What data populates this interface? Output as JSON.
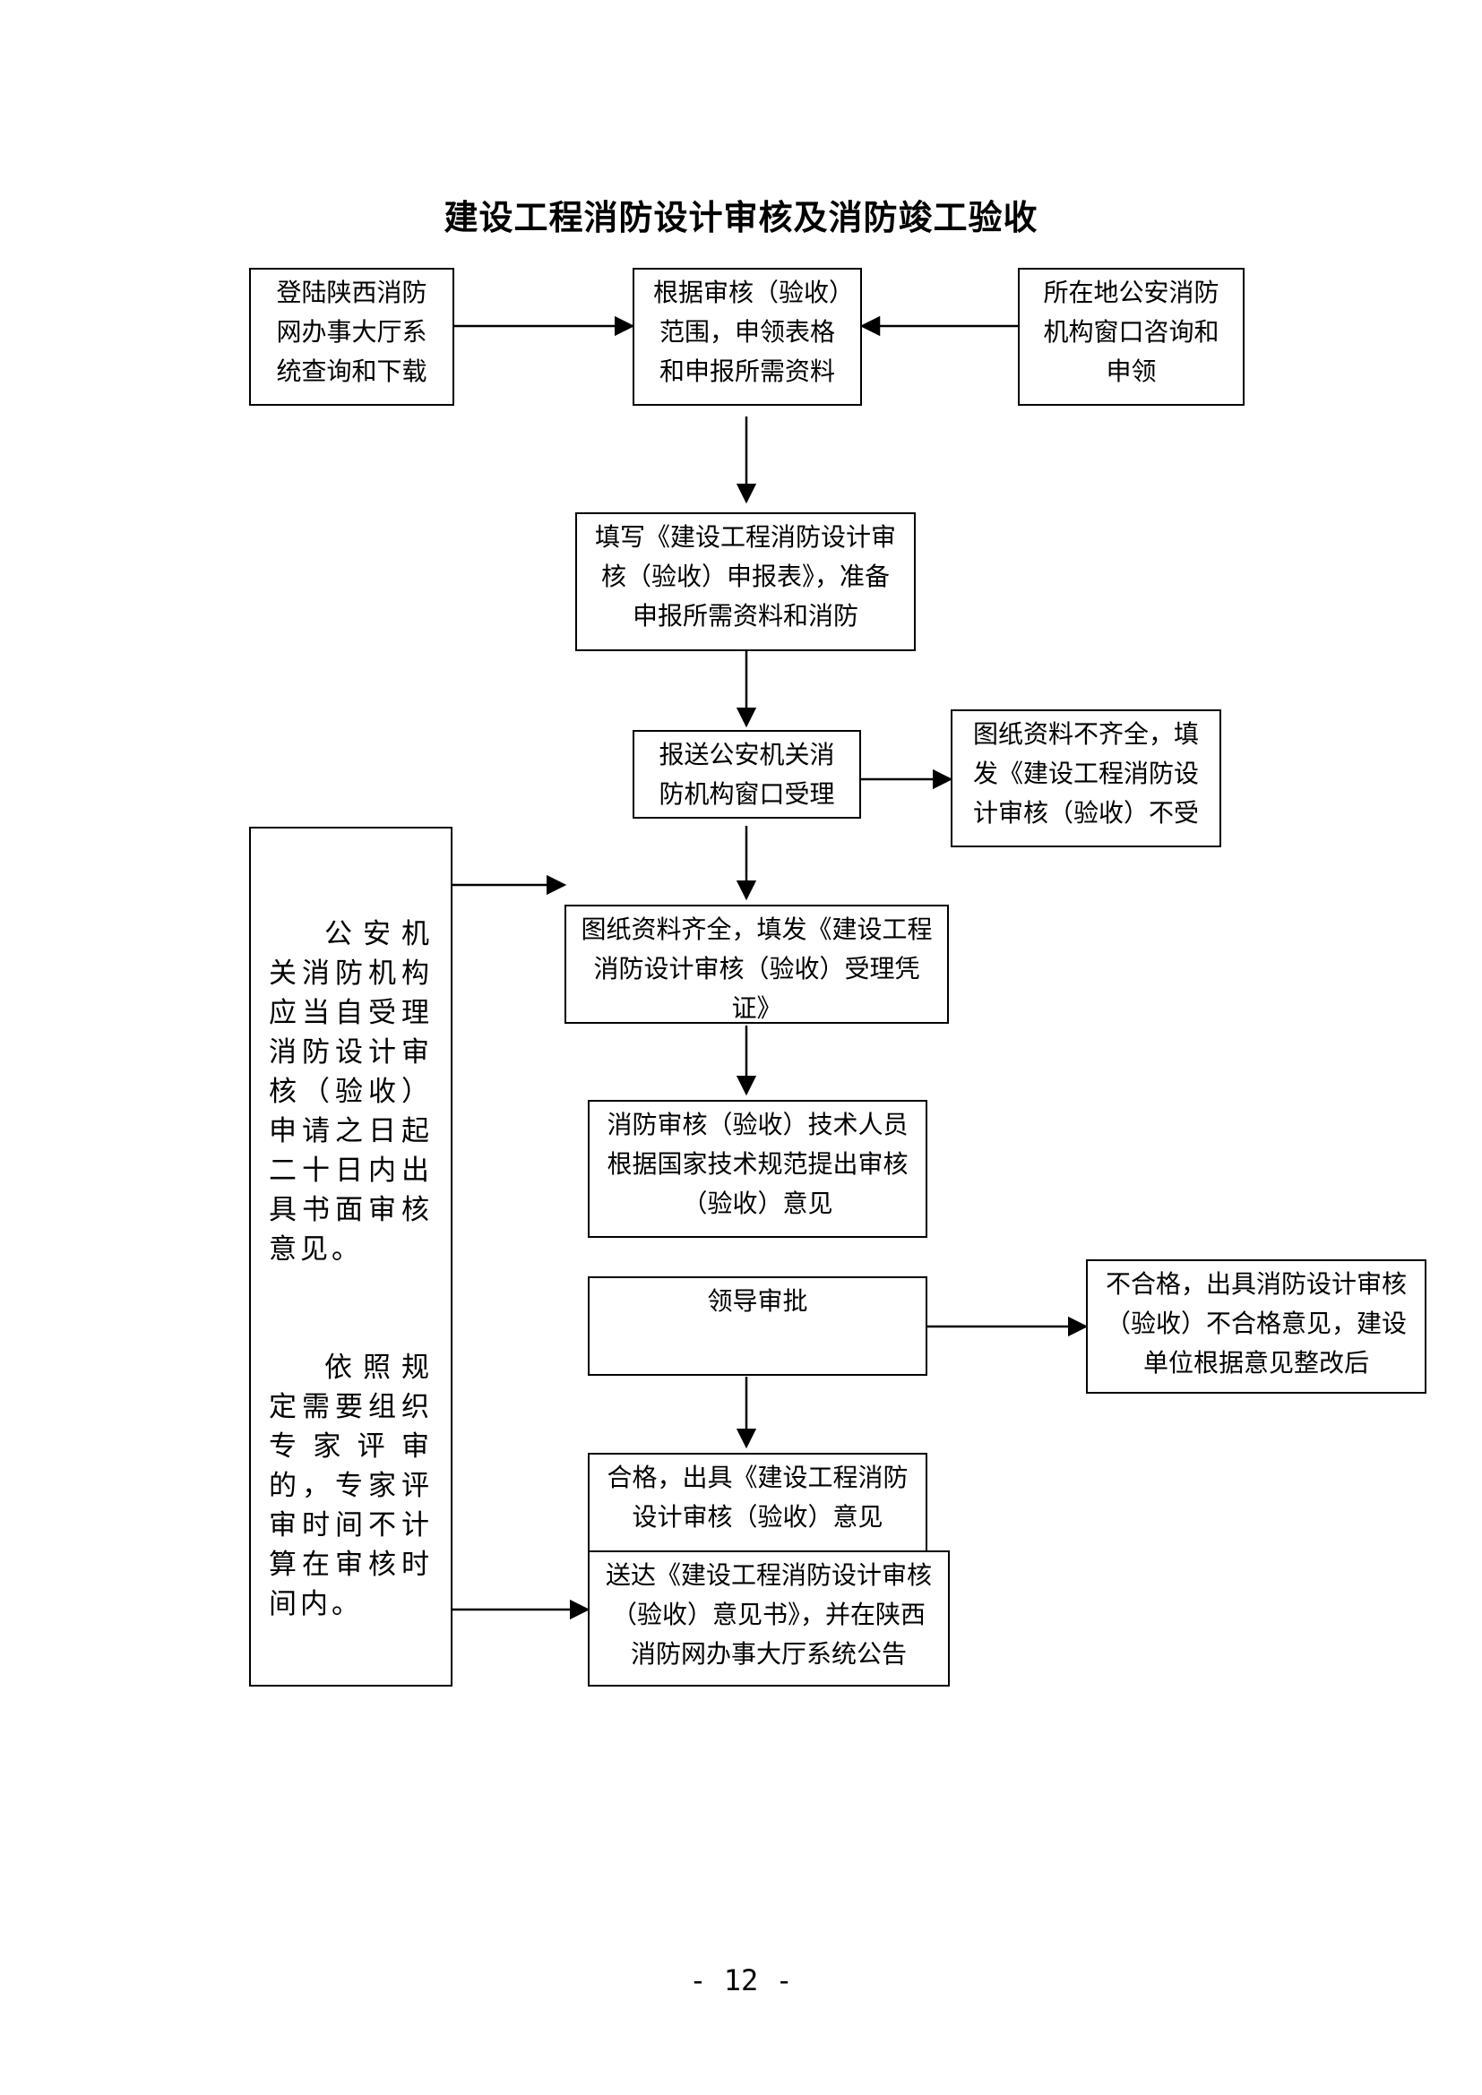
{
  "title": "建设工程消防设计审核及消防竣工验收",
  "page_number": "- 12 -",
  "nodes": {
    "online_portal": "登陆陕西消防网办事大厅系统查询和下载",
    "scope_forms": "根据审核（验收）范围，申领表格和申报所需资料",
    "local_window": "所在地公安消防机构窗口咨询和申领",
    "fill_form": "填写《建设工程消防设计审核（验收）申报表》，准备申报所需资料和消防",
    "submit_window": "报送公安机关消防机构窗口受理",
    "incomplete": "图纸资料不齐全，填发《建设工程消防设计审核（验收）不受",
    "complete": "图纸资料齐全，填发《建设工程消防设计审核（验收）受理凭证》",
    "technical_review": "消防审核（验收）技术人员根据国家技术规范提出审核（验收）意见",
    "leader_approval": "领导审批",
    "unqualified": "不合格，出具消防设计审核（验收）不合格意见，建设单位根据意见整改后",
    "qualified": "合格，出具《建设工程消防设计审核（验收）意见",
    "deliver": "送达《建设工程消防设计审核（验收）意见书》，并在陕西消防网办事大厅系统公告"
  },
  "time_limit_note": {
    "paragraph1": "公安机关消防机构应当自受理消防设计审核（验收）申请之日起二十日内出具书面审核意见。",
    "paragraph2": "依照规定需要组织专家评审的，专家评审时间不计算在审核时间内。"
  }
}
